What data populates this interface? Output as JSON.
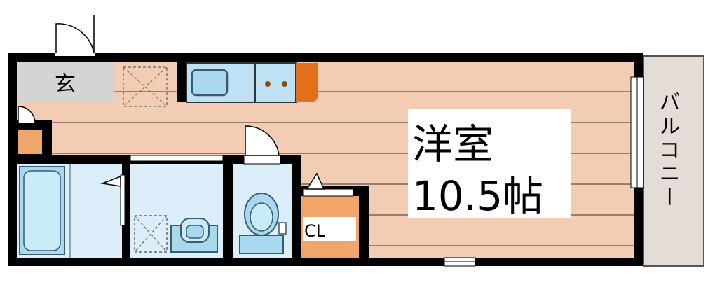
{
  "rooms": {
    "genkan": "玄",
    "western_room_name": "洋室",
    "western_room_size": "10.5帖",
    "closet": "CL",
    "balcony": "バルコニー"
  },
  "colors": {
    "wall": "#000000",
    "floor_wood": "#f2cdb3",
    "floor_line": "#5a4a40",
    "entrance": "#d4d4d4",
    "wet_area": "#dceefa",
    "fixture_blue": "#a9d9ee",
    "fixture_outline": "#3a5a70",
    "kitchen_counter": "#bfe1f5",
    "stove_orange": "#e2701a",
    "closet_fill": "#f0a56a",
    "balcony_fill": "#e4dcd6"
  },
  "icons": [
    "entrance-door-icon",
    "bathroom-door-icon",
    "toilet-door-icon",
    "closet-door-icon",
    "bathtub-icon",
    "toilet-icon",
    "washbasin-icon",
    "washing-machine-pan-icon",
    "kitchen-sink-icon",
    "stove-icon",
    "shoe-cabinet-icon",
    "refrigerator-space-icon",
    "sliding-window-icon"
  ]
}
